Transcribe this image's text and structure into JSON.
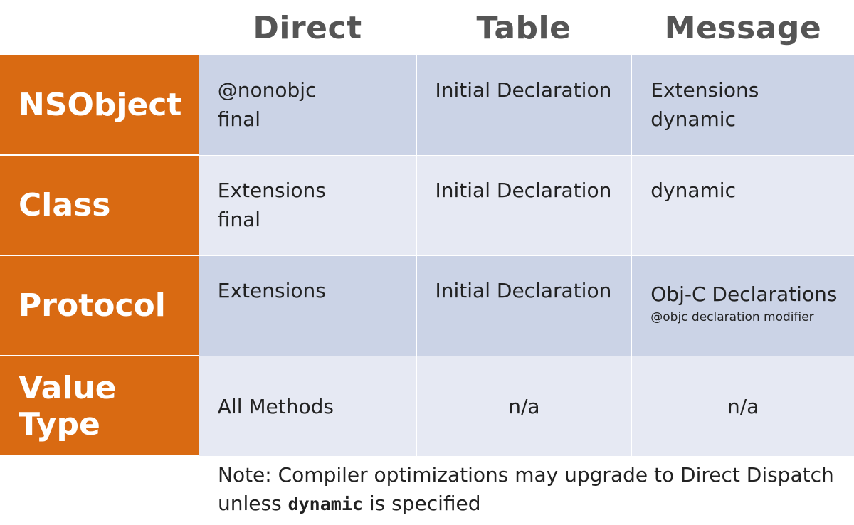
{
  "columns": {
    "direct": "Direct",
    "table": "Table",
    "message": "Message"
  },
  "rows": [
    {
      "label": "NSObject",
      "direct": [
        "@nonobjc",
        "final"
      ],
      "table": [
        "Initial Declaration"
      ],
      "message": [
        "Extensions",
        "dynamic"
      ]
    },
    {
      "label": "Class",
      "direct": [
        "Extensions",
        "final"
      ],
      "table": [
        "Initial Declaration"
      ],
      "message": [
        "dynamic"
      ]
    },
    {
      "label": "Protocol",
      "direct": [
        "Extensions"
      ],
      "table": [
        "Initial Declaration"
      ],
      "message_title": "Obj-C Declarations",
      "message_sub": "@objc declaration modifier"
    },
    {
      "label": "Value Type",
      "direct": [
        "All Methods"
      ],
      "table": [
        "n/a"
      ],
      "message": [
        "n/a"
      ]
    }
  ],
  "note": {
    "line1": "Note: Compiler optimizations may upgrade to Direct Dispatch",
    "line2_before": "unless ",
    "keyword": "dynamic",
    "line2_after": " is specified"
  },
  "colors": {
    "row_label_bg": "#d96a12",
    "cell_dark": "#cbd3e6",
    "cell_light": "#e6e9f3",
    "header_text": "#555555"
  }
}
